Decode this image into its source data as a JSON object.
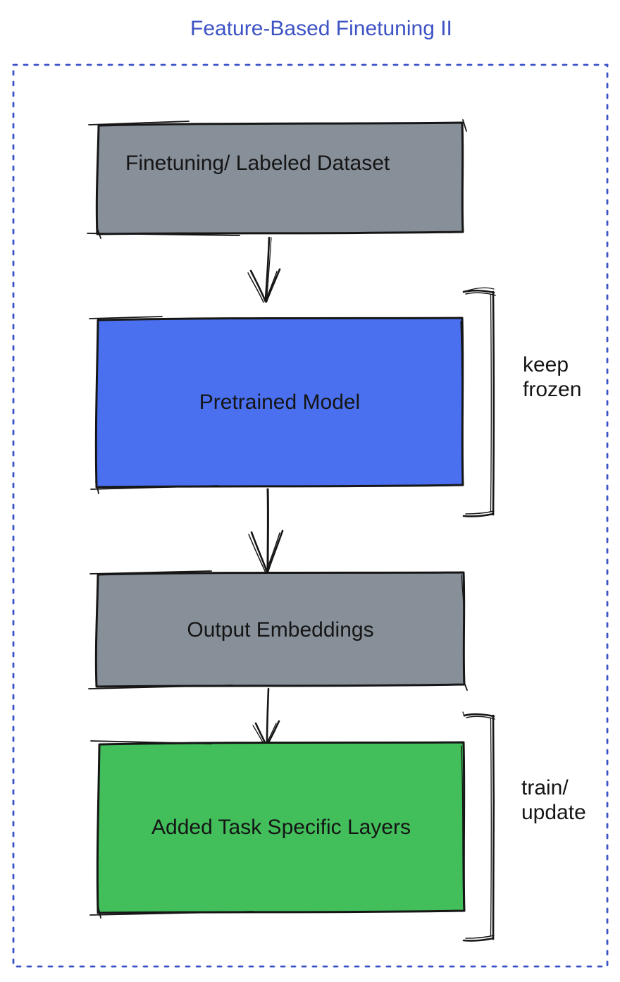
{
  "title": "Feature-Based Finetuning II",
  "colors": {
    "title_blue": "#3d52c4",
    "dotted_border_blue": "#3c53c8",
    "ink_black": "#161616",
    "node_gray": "#878f99",
    "node_blue": "#4a70f0",
    "node_green": "#42be5b"
  },
  "diagram": {
    "border_color": "#3c53c8",
    "nodes": [
      {
        "id": "finetuning-dataset",
        "label": "Finetuning/ Labeled Dataset",
        "fill": "#878f99"
      },
      {
        "id": "pretrained-model",
        "label": "Pretrained Model",
        "fill": "#4a70f0"
      },
      {
        "id": "output-embeddings",
        "label": "Output Embeddings",
        "fill": "#878f99"
      },
      {
        "id": "added-task-layers",
        "label": "Added Task Specific Layers",
        "fill": "#42be5b"
      }
    ],
    "edges": [
      {
        "from": "finetuning-dataset",
        "to": "pretrained-model"
      },
      {
        "from": "pretrained-model",
        "to": "output-embeddings"
      },
      {
        "from": "output-embeddings",
        "to": "added-task-layers"
      }
    ],
    "annotations": [
      {
        "id": "keep-frozen",
        "label": "keep\nfrozen",
        "applies_to": "pretrained-model"
      },
      {
        "id": "train-update",
        "label": "train/\nupdate",
        "applies_to": "added-task-layers"
      }
    ]
  }
}
